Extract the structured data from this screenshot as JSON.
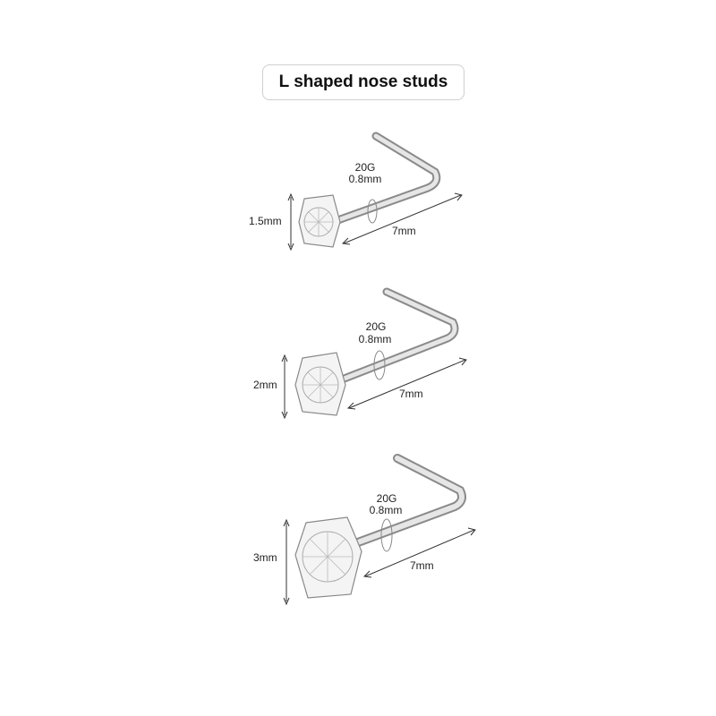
{
  "title": "L shaped nose studs",
  "studs": [
    {
      "size": "1.5mm",
      "gauge": "20G",
      "thickness": "0.8mm",
      "length": "7mm"
    },
    {
      "size": "2mm",
      "gauge": "20G",
      "thickness": "0.8mm",
      "length": "7mm"
    },
    {
      "size": "3mm",
      "gauge": "20G",
      "thickness": "0.8mm",
      "length": "7mm"
    }
  ],
  "colors": {
    "metal": "#c9c9c9",
    "metal_dark": "#8a8a8a",
    "text": "#222222",
    "border": "#cfcfcf"
  }
}
